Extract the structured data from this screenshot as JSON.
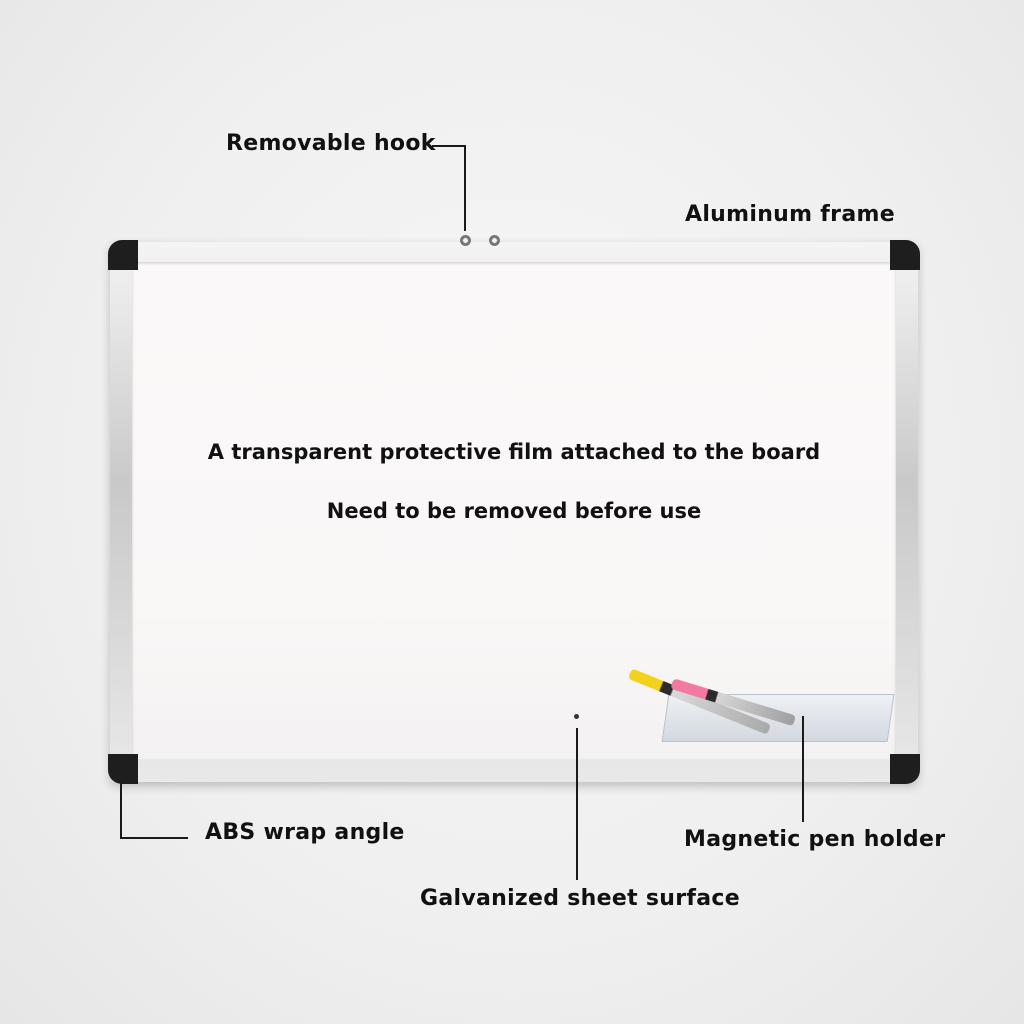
{
  "labels": {
    "removable_hook": "Removable hook",
    "aluminum_frame": "Aluminum frame",
    "abs_wrap_angle": "ABS wrap angle",
    "magnetic_pen_holder": "Magnetic pen holder",
    "galvanized_sheet_surface": "Galvanized sheet surface"
  },
  "board_text": {
    "line1": "A transparent protective film attached to the board",
    "line2": "Need to be removed before use"
  },
  "colors": {
    "marker_yellow": "#f0d020",
    "marker_pink": "#f07aa0",
    "corner_black": "#1e1e1e"
  }
}
